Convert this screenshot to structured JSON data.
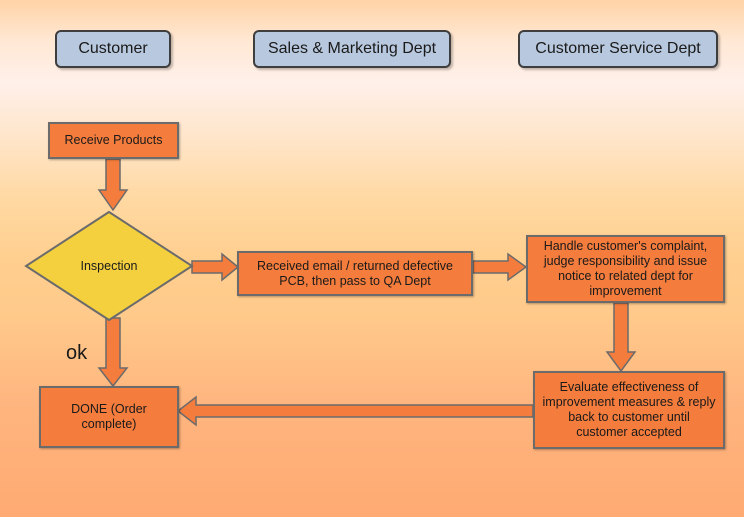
{
  "headers": {
    "customer": "Customer",
    "sales": "Sales & Marketing Dept",
    "service": "Customer Service Dept"
  },
  "nodes": {
    "receive": "Receive Products",
    "inspection": "Inspection",
    "received_email": "Received email / returned defective PCB, then pass to QA Dept",
    "handle_complaint": "Handle customer's complaint, judge responsibility and issue notice to related dept for improvement",
    "evaluate": "Evaluate effectiveness of improvement measures & reply back to customer until customer accepted",
    "done": "DONE (Order complete)"
  },
  "edge_labels": {
    "ok": "ok"
  },
  "colors": {
    "header_fill": "#b8c8de",
    "box_fill": "#f47c3c",
    "decision_fill": "#f4d03f",
    "border": "#6b6b6b"
  }
}
